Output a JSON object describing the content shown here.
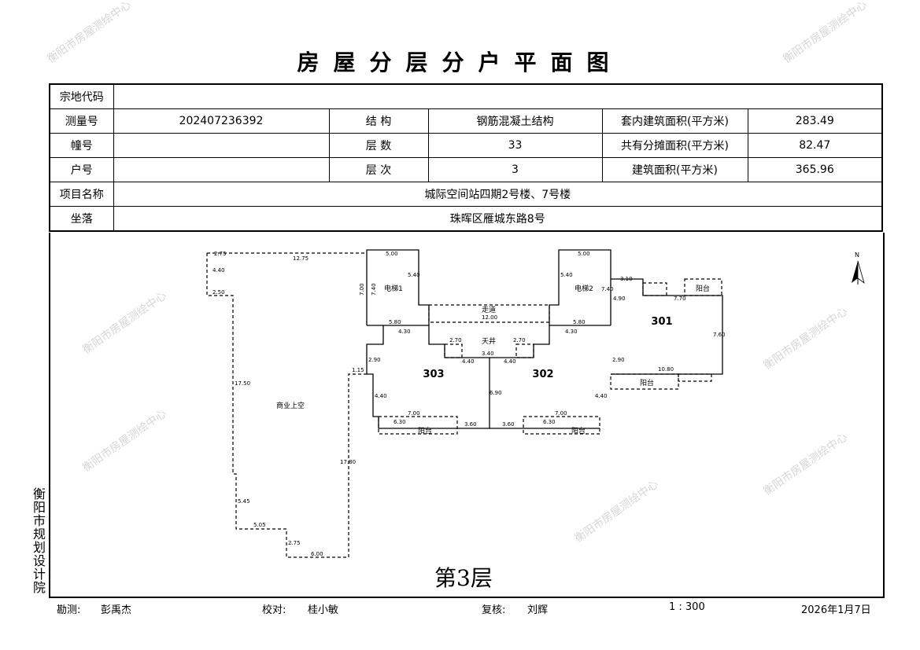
{
  "title": "房屋分层分户平面图",
  "table": {
    "parcel_code_label": "宗地代码",
    "parcel_code": "",
    "survey_no_label": "测量号",
    "survey_no": "202407236392",
    "structure_label": "结 构",
    "structure": "钢筋混凝土结构",
    "inner_area_label": "套内建筑面积(平方米)",
    "inner_area": "283.49",
    "building_no_label": "幢号",
    "building_no": "",
    "floors_label": "层 数",
    "floors": "33",
    "shared_area_label": "共有分摊面积(平方米)",
    "shared_area": "82.47",
    "unit_no_label": "户号",
    "unit_no": "",
    "floor_label": "层 次",
    "floor": "3",
    "total_area_label": "建筑面积(平方米)",
    "total_area": "365.96",
    "project_label": "项目名称",
    "project": "城际空间站四期2号楼、7号楼",
    "location_label": "坐落",
    "location": "珠晖区雁城东路8号"
  },
  "plan": {
    "north": "N",
    "rooms": [
      "301",
      "302",
      "303"
    ],
    "areas": [
      "商业上空",
      "电梯1",
      "电梯2",
      "走道",
      "天井",
      "阳台",
      "阳台",
      "阳台",
      "阳台"
    ],
    "dims": [
      "2.75",
      "12.75",
      "4.40",
      "2.50",
      "17.50",
      "17.80",
      "5.45",
      "5.05",
      "2.75",
      "6.00",
      "5.00",
      "5.00",
      "7.00",
      "7.40",
      "5.40",
      "5.40",
      "7.40",
      "5.80",
      "5.80",
      "4.30",
      "4.30",
      "12.00",
      "2.70",
      "2.70",
      "3.40",
      "4.40",
      "4.40",
      "2.90",
      "2.90",
      "4.40",
      "4.40",
      "7.00",
      "7.00",
      "6.30",
      "6.30",
      "3.60",
      "3.60",
      "6.90",
      "3.10",
      "4.90",
      "7.70",
      "7.60",
      "10.80",
      "1.15"
    ],
    "floor_label": "第3层"
  },
  "side_org": "衡阳市规划设计院",
  "footer": {
    "surveyor_label": "勘测:",
    "surveyor": "彭禹杰",
    "checker_label": "校对:",
    "checker": "桂小敏",
    "reviewer_label": "复核:",
    "reviewer": "刘辉",
    "scale": "1 : 300",
    "date": "2026年1月7日"
  },
  "watermark": "衡阳市房屋测绘中心"
}
